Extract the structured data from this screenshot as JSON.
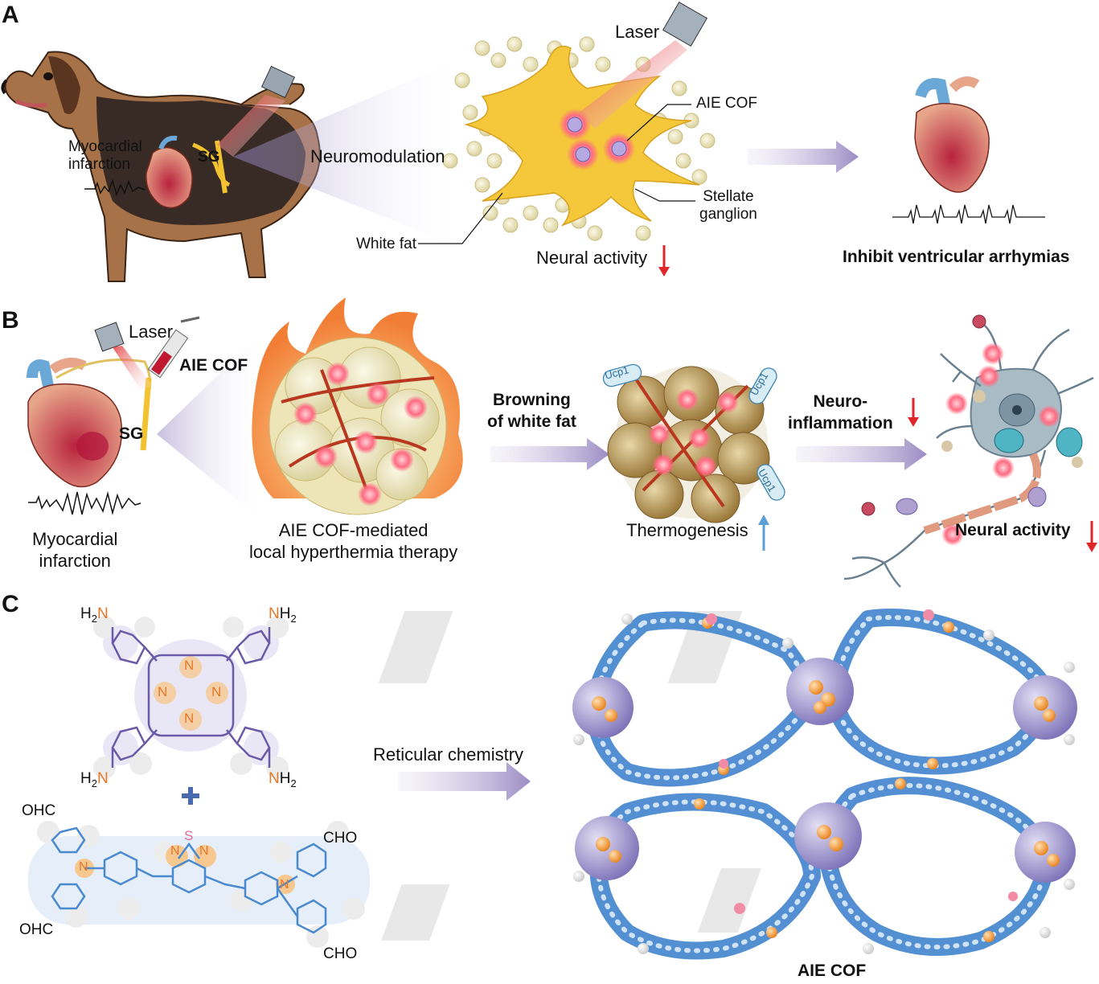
{
  "panels": {
    "A": {
      "letter": "A",
      "labels": {
        "myocardial_infarction": "Myocardial\ninfarction",
        "sg": "SG",
        "neuromodulation": "Neuromodulation",
        "laser": "Laser",
        "aie_cof": "AIE COF",
        "stellate_ganglion": "Stellate\nganglion",
        "white_fat": "White fat",
        "neural_activity": "Neural activity",
        "inhibit": "Inhibit ventricular arrhymias"
      }
    },
    "B": {
      "letter": "B",
      "labels": {
        "laser": "Laser",
        "aie_cof": "AIE COF",
        "sg": "SG",
        "myocardial_infarction": "Myocardial\ninfarction",
        "therapy": "AIE COF-mediated\nlocal hyperthermia therapy",
        "browning": "Browning\nof white fat",
        "ucp1": "Ucp1",
        "thermogenesis": "Thermogenesis",
        "neuroinflammation": "Neuro-\ninflammation",
        "neural_activity": "Neural activity"
      }
    },
    "C": {
      "letter": "C",
      "labels": {
        "h2n": "H",
        "h2n_sub": "2",
        "n": "N",
        "h": "H",
        "plus": "+",
        "ohc": "OHC",
        "cho": "CHO",
        "s": "S",
        "reticular": "Reticular chemistry",
        "aie_cof": "AIE COF"
      }
    }
  },
  "colors": {
    "arrow_purple": "#9b8cc4",
    "down_arrow_red": "#e0262b",
    "up_arrow_blue": "#5aa0d6",
    "fat_cell": "#e9e3c0",
    "neuron_yellow": "#f2c230",
    "cof_blue": "#4a8ad0",
    "cof_purple": "#8f86c6",
    "cof_orange": "#f0962a"
  }
}
